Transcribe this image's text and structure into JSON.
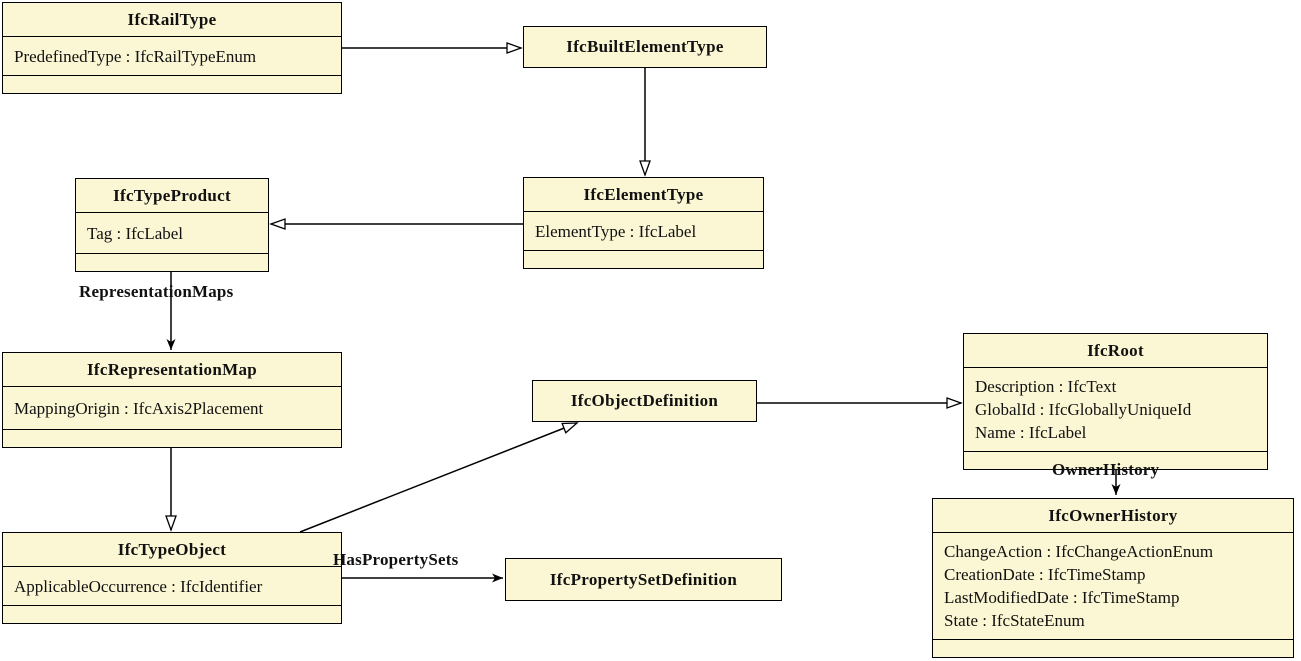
{
  "diagram": {
    "type": "uml-class-diagram",
    "subject": "IFC entity inheritance and attributes",
    "colors": {
      "background": "#ffffff",
      "box_fill": "#FBF6D3",
      "box_border": "#000000",
      "line": "#000000",
      "text": "#111111"
    },
    "classes": [
      {
        "name": "IfcRailType",
        "attributes": [
          "PredefinedType : IfcRailTypeEnum"
        ]
      },
      {
        "name": "IfcBuiltElementType",
        "attributes": []
      },
      {
        "name": "IfcElementType",
        "attributes": [
          "ElementType : IfcLabel"
        ]
      },
      {
        "name": "IfcTypeProduct",
        "attributes": [
          "Tag : IfcLabel"
        ]
      },
      {
        "name": "IfcRepresentationMap",
        "attributes": [
          "MappingOrigin : IfcAxis2Placement"
        ]
      },
      {
        "name": "IfcTypeObject",
        "attributes": [
          "ApplicableOccurrence : IfcIdentifier"
        ]
      },
      {
        "name": "IfcObjectDefinition",
        "attributes": []
      },
      {
        "name": "IfcPropertySetDefinition",
        "attributes": []
      },
      {
        "name": "IfcRoot",
        "attributes": [
          "Description : IfcText",
          "GlobalId : IfcGloballyUniqueId",
          "Name : IfcLabel"
        ]
      },
      {
        "name": "IfcOwnerHistory",
        "attributes": [
          "ChangeAction : IfcChangeActionEnum",
          "CreationDate : IfcTimeStamp",
          "LastModifiedDate : IfcTimeStamp",
          "State : IfcStateEnum"
        ]
      }
    ],
    "edge_labels": {
      "representation_maps": "RepresentationMaps",
      "has_property_sets": "HasPropertySets",
      "owner_history": "OwnerHistory"
    },
    "relationships": [
      {
        "from": "IfcRailType",
        "to": "IfcBuiltElementType",
        "kind": "supertype-arrow"
      },
      {
        "from": "IfcBuiltElementType",
        "to": "IfcElementType",
        "kind": "supertype-arrow"
      },
      {
        "from": "IfcElementType",
        "to": "IfcTypeProduct",
        "kind": "supertype-arrow"
      },
      {
        "from": "IfcTypeProduct",
        "to": "IfcRepresentationMap",
        "kind": "attribute-arrow",
        "label": "RepresentationMaps"
      },
      {
        "from": "IfcRepresentationMap",
        "to": "IfcTypeObject",
        "kind": "supertype-arrow"
      },
      {
        "from": "IfcTypeObject",
        "to": "IfcObjectDefinition",
        "kind": "supertype-arrow"
      },
      {
        "from": "IfcTypeObject",
        "to": "IfcPropertySetDefinition",
        "kind": "attribute-arrow",
        "label": "HasPropertySets"
      },
      {
        "from": "IfcObjectDefinition",
        "to": "IfcRoot",
        "kind": "supertype-arrow"
      },
      {
        "from": "IfcRoot",
        "to": "IfcOwnerHistory",
        "kind": "attribute-arrow",
        "label": "OwnerHistory"
      }
    ]
  }
}
